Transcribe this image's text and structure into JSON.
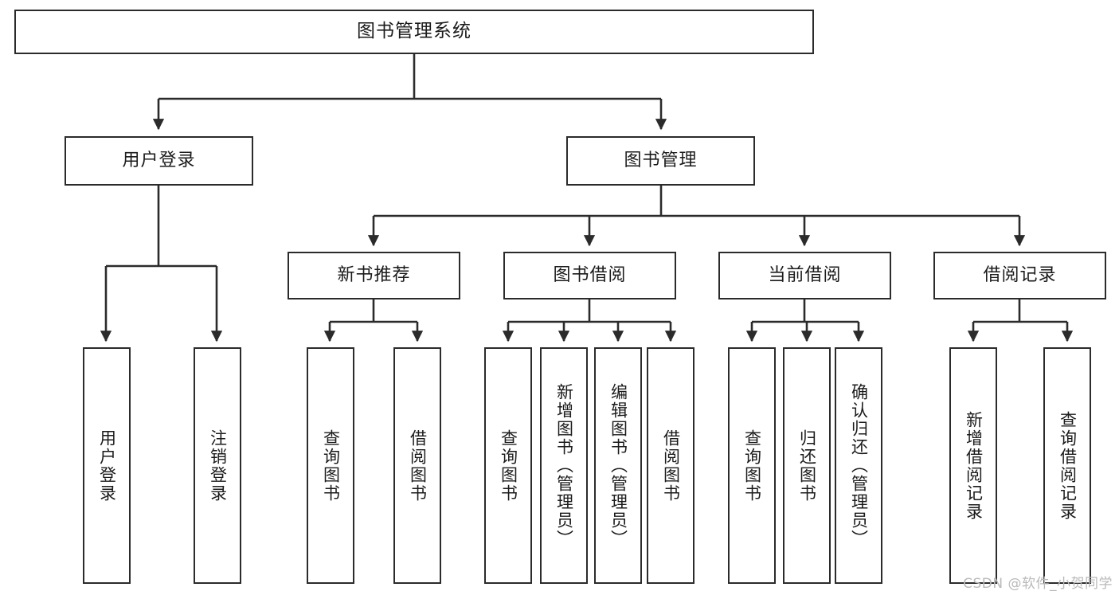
{
  "diagram": {
    "title": "图书管理系统",
    "type": "tree-hierarchy-diagram",
    "watermark": "CSDN @软件_小贺同学",
    "colors": {
      "stroke": "#2b2b2b",
      "fill": "#ffffff",
      "text": "#1b1b1b",
      "watermark": "#b9b9b9"
    },
    "levels": {
      "root": {
        "label": "图书管理系统"
      },
      "level2": [
        {
          "label": "用户登录"
        },
        {
          "label": "图书管理"
        }
      ],
      "level3": [
        {
          "label": "新书推荐"
        },
        {
          "label": "图书借阅"
        },
        {
          "label": "当前借阅"
        },
        {
          "label": "借阅记录"
        }
      ],
      "leaves": {
        "user_login": [
          {
            "label": "用户登录"
          },
          {
            "label": "注销登录"
          }
        ],
        "new_book_recommend": [
          {
            "label": "查询图书"
          },
          {
            "label": "借阅图书"
          }
        ],
        "book_borrow": [
          {
            "label": "查询图书"
          },
          {
            "label": "新增图书（管理员）"
          },
          {
            "label": "编辑图书（管理员）"
          },
          {
            "label": "借阅图书"
          }
        ],
        "current_borrow": [
          {
            "label": "查询图书"
          },
          {
            "label": "归还图书"
          },
          {
            "label": "确认归还（管理员）"
          }
        ],
        "borrow_record": [
          {
            "label": "新增借阅记录"
          },
          {
            "label": "查询借阅记录"
          }
        ]
      }
    }
  }
}
